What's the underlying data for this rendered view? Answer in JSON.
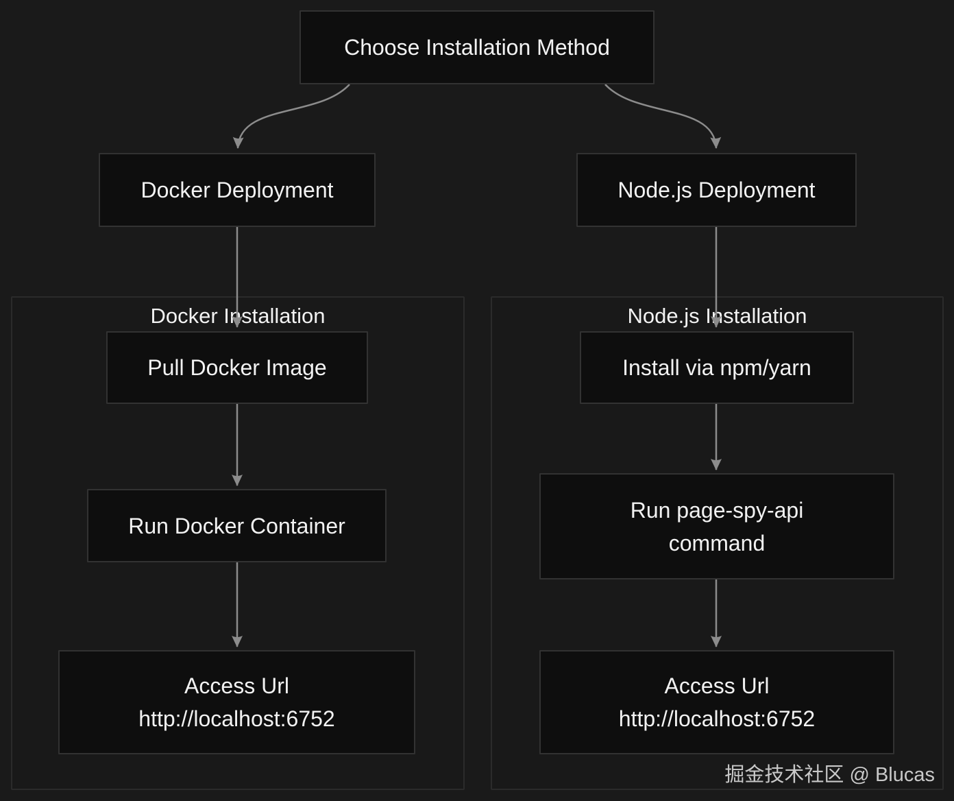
{
  "diagram": {
    "type": "flowchart",
    "direction": "top-down",
    "nodes": {
      "choose": {
        "label": "Choose Installation Method"
      },
      "docker_deploy": {
        "label": "Docker Deployment"
      },
      "nodejs_deploy": {
        "label": "Node.js Deployment"
      },
      "pull_image": {
        "label": "Pull Docker Image"
      },
      "run_container": {
        "label": "Run Docker Container"
      },
      "access_docker": {
        "line1": "Access Url",
        "line2": "http://localhost:6752"
      },
      "install_npm": {
        "label": "Install via npm/yarn"
      },
      "run_pagespy": {
        "line1": "Run page-spy-api",
        "line2": "command"
      },
      "access_node": {
        "line1": "Access Url",
        "line2": "http://localhost:6752"
      }
    },
    "subgraphs": {
      "docker": {
        "title": "Docker Installation"
      },
      "nodejs": {
        "title": "Node.js Installation"
      }
    },
    "edges": [
      {
        "from": "choose",
        "to": "docker_deploy"
      },
      {
        "from": "choose",
        "to": "nodejs_deploy"
      },
      {
        "from": "docker_deploy",
        "to": "pull_image"
      },
      {
        "from": "pull_image",
        "to": "run_container"
      },
      {
        "from": "run_container",
        "to": "access_docker"
      },
      {
        "from": "nodejs_deploy",
        "to": "install_npm"
      },
      {
        "from": "install_npm",
        "to": "run_pagespy"
      },
      {
        "from": "run_pagespy",
        "to": "access_node"
      }
    ]
  },
  "watermark": {
    "text": "掘金技术社区 @ Blucas"
  },
  "colors": {
    "background": "#1a1a1a",
    "node_fill": "#0e0e0e",
    "node_border": "#323232",
    "subgraph_fill": "#191919",
    "subgraph_border": "#2b2b2b",
    "edge": "#8c8c8c",
    "text": "#f2f2f2",
    "watermark": "#c9c9c9"
  }
}
